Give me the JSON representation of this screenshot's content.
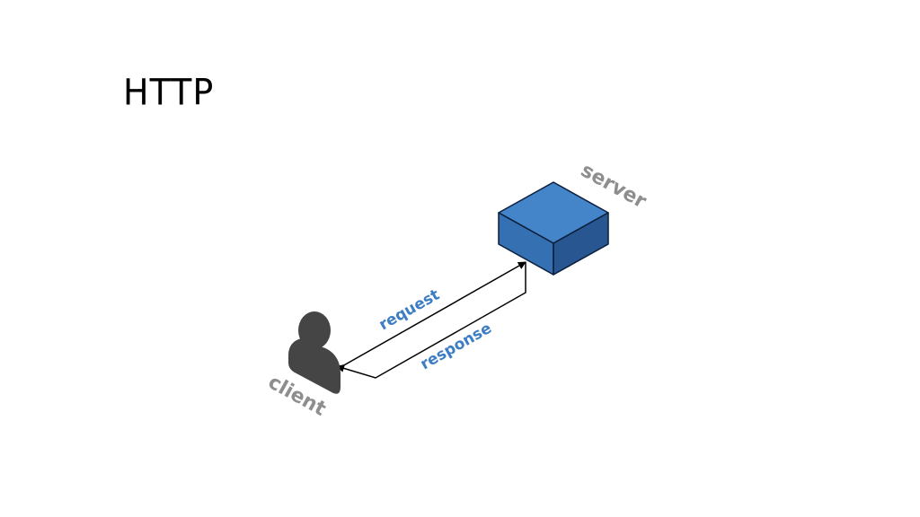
{
  "title": "HTTP",
  "diagram": {
    "server_label": "server",
    "client_label": "client",
    "request_label": "request",
    "response_label": "response"
  },
  "colors": {
    "server_top": "#4484c9",
    "server_left": "#3570b3",
    "server_right": "#275690",
    "server_edge": "#0b1e3a",
    "client_icon": "#454545",
    "entity_label": "#8e8e8e",
    "arrow_label": "#3d7dc4",
    "arrow_line": "#000000"
  }
}
